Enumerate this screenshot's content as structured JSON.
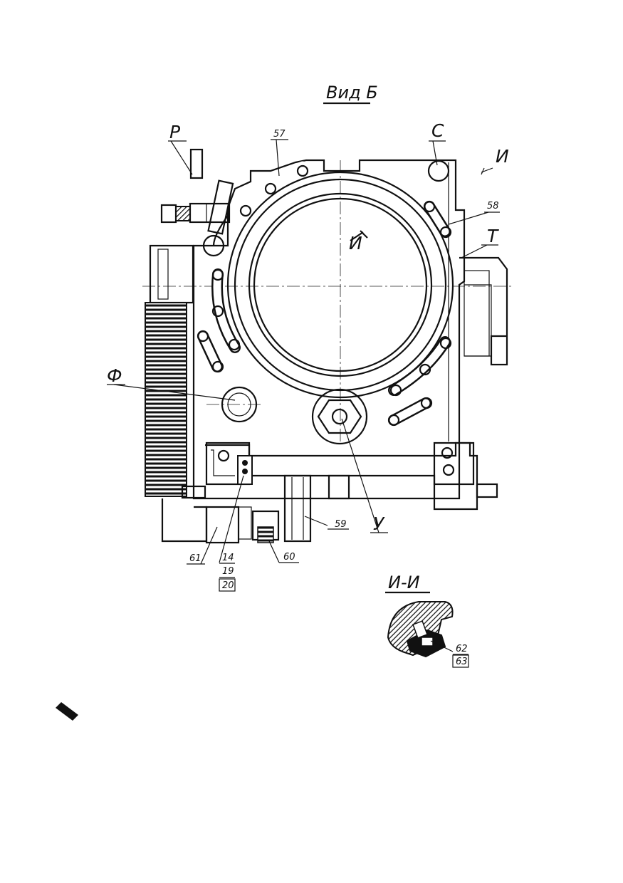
{
  "drawing": {
    "view_title": "Вид Б",
    "section_title": "И-И",
    "letters": {
      "p": "Р",
      "c": "С",
      "t": "Т",
      "f": "Ф",
      "u": "У",
      "i_top": "И",
      "i_mid": "И"
    },
    "callouts": {
      "n57": "57",
      "n58": "58",
      "n59": "59",
      "n60": "60",
      "n61": "61",
      "n14": "14",
      "n19": "19",
      "n20": "20",
      "n62": "62",
      "n63": "63"
    }
  }
}
